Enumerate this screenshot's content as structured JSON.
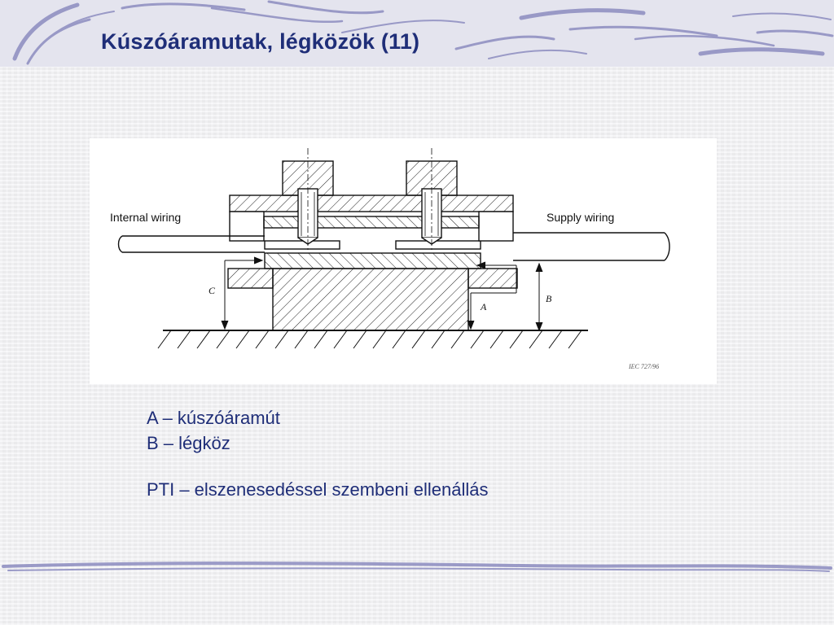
{
  "slide": {
    "title": "Kúszóáramutak, légközök (11)"
  },
  "figure": {
    "labels": {
      "internal_wiring": "Internal wiring",
      "supply_wiring": "Supply wiring",
      "dim_a": "A",
      "dim_b": "B",
      "dim_c": "C",
      "reference": "IEC 727/96"
    }
  },
  "legend": {
    "line_a": "A – kúszóáramút",
    "line_b": "B – légköz",
    "line_pti": "PTI – elszenesedéssel szembeni ellenállás"
  },
  "colors": {
    "title": "#1f2e78",
    "text": "#1f2e78",
    "brush": "#8c8cc0"
  }
}
